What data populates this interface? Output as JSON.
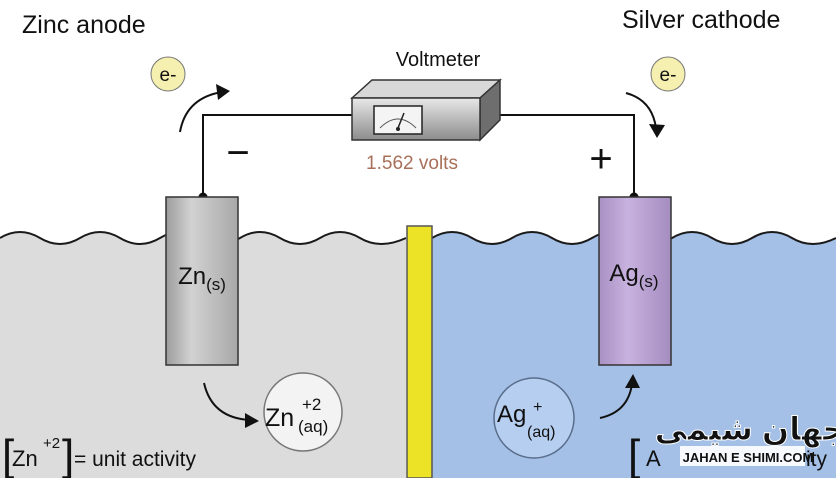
{
  "labels": {
    "zinc_anode": "Zinc anode",
    "silver_cathode": "Silver cathode",
    "voltmeter": "Voltmeter",
    "reading": "1.562 volts",
    "minus": "−",
    "plus": "+",
    "electron_left": "e-",
    "electron_right": "e-",
    "zn_electrode": {
      "symbol": "Zn",
      "state": "(s)"
    },
    "ag_electrode": {
      "symbol": "Ag",
      "state": "(s)"
    },
    "zn_ion": {
      "symbol": "Zn",
      "charge": "+2",
      "state": "(aq)"
    },
    "ag_ion": {
      "symbol": "Ag",
      "charge": "+",
      "state": "(aq)"
    },
    "zn_activity": {
      "open": "[",
      "symbol": "Zn",
      "charge": "+2",
      "close": "]",
      "text": "= unit activity"
    },
    "ag_activity": {
      "open": "[",
      "text": "A",
      "tail": "ity"
    },
    "watermark": {
      "persian": "جهان شیمی",
      "latin": "JAHAN E SHIMI.COM"
    }
  },
  "colors": {
    "zinc_solution": "#dcdcdc",
    "silver_solution": "#a4c0e6",
    "zinc_electrode": "#c4c4c4",
    "silver_electrode": "#c2aad8",
    "salt_bridge": "#ece326",
    "electron_badge": "#f6f0b0",
    "reading_text": "#a8705a",
    "wire": "#111111"
  }
}
